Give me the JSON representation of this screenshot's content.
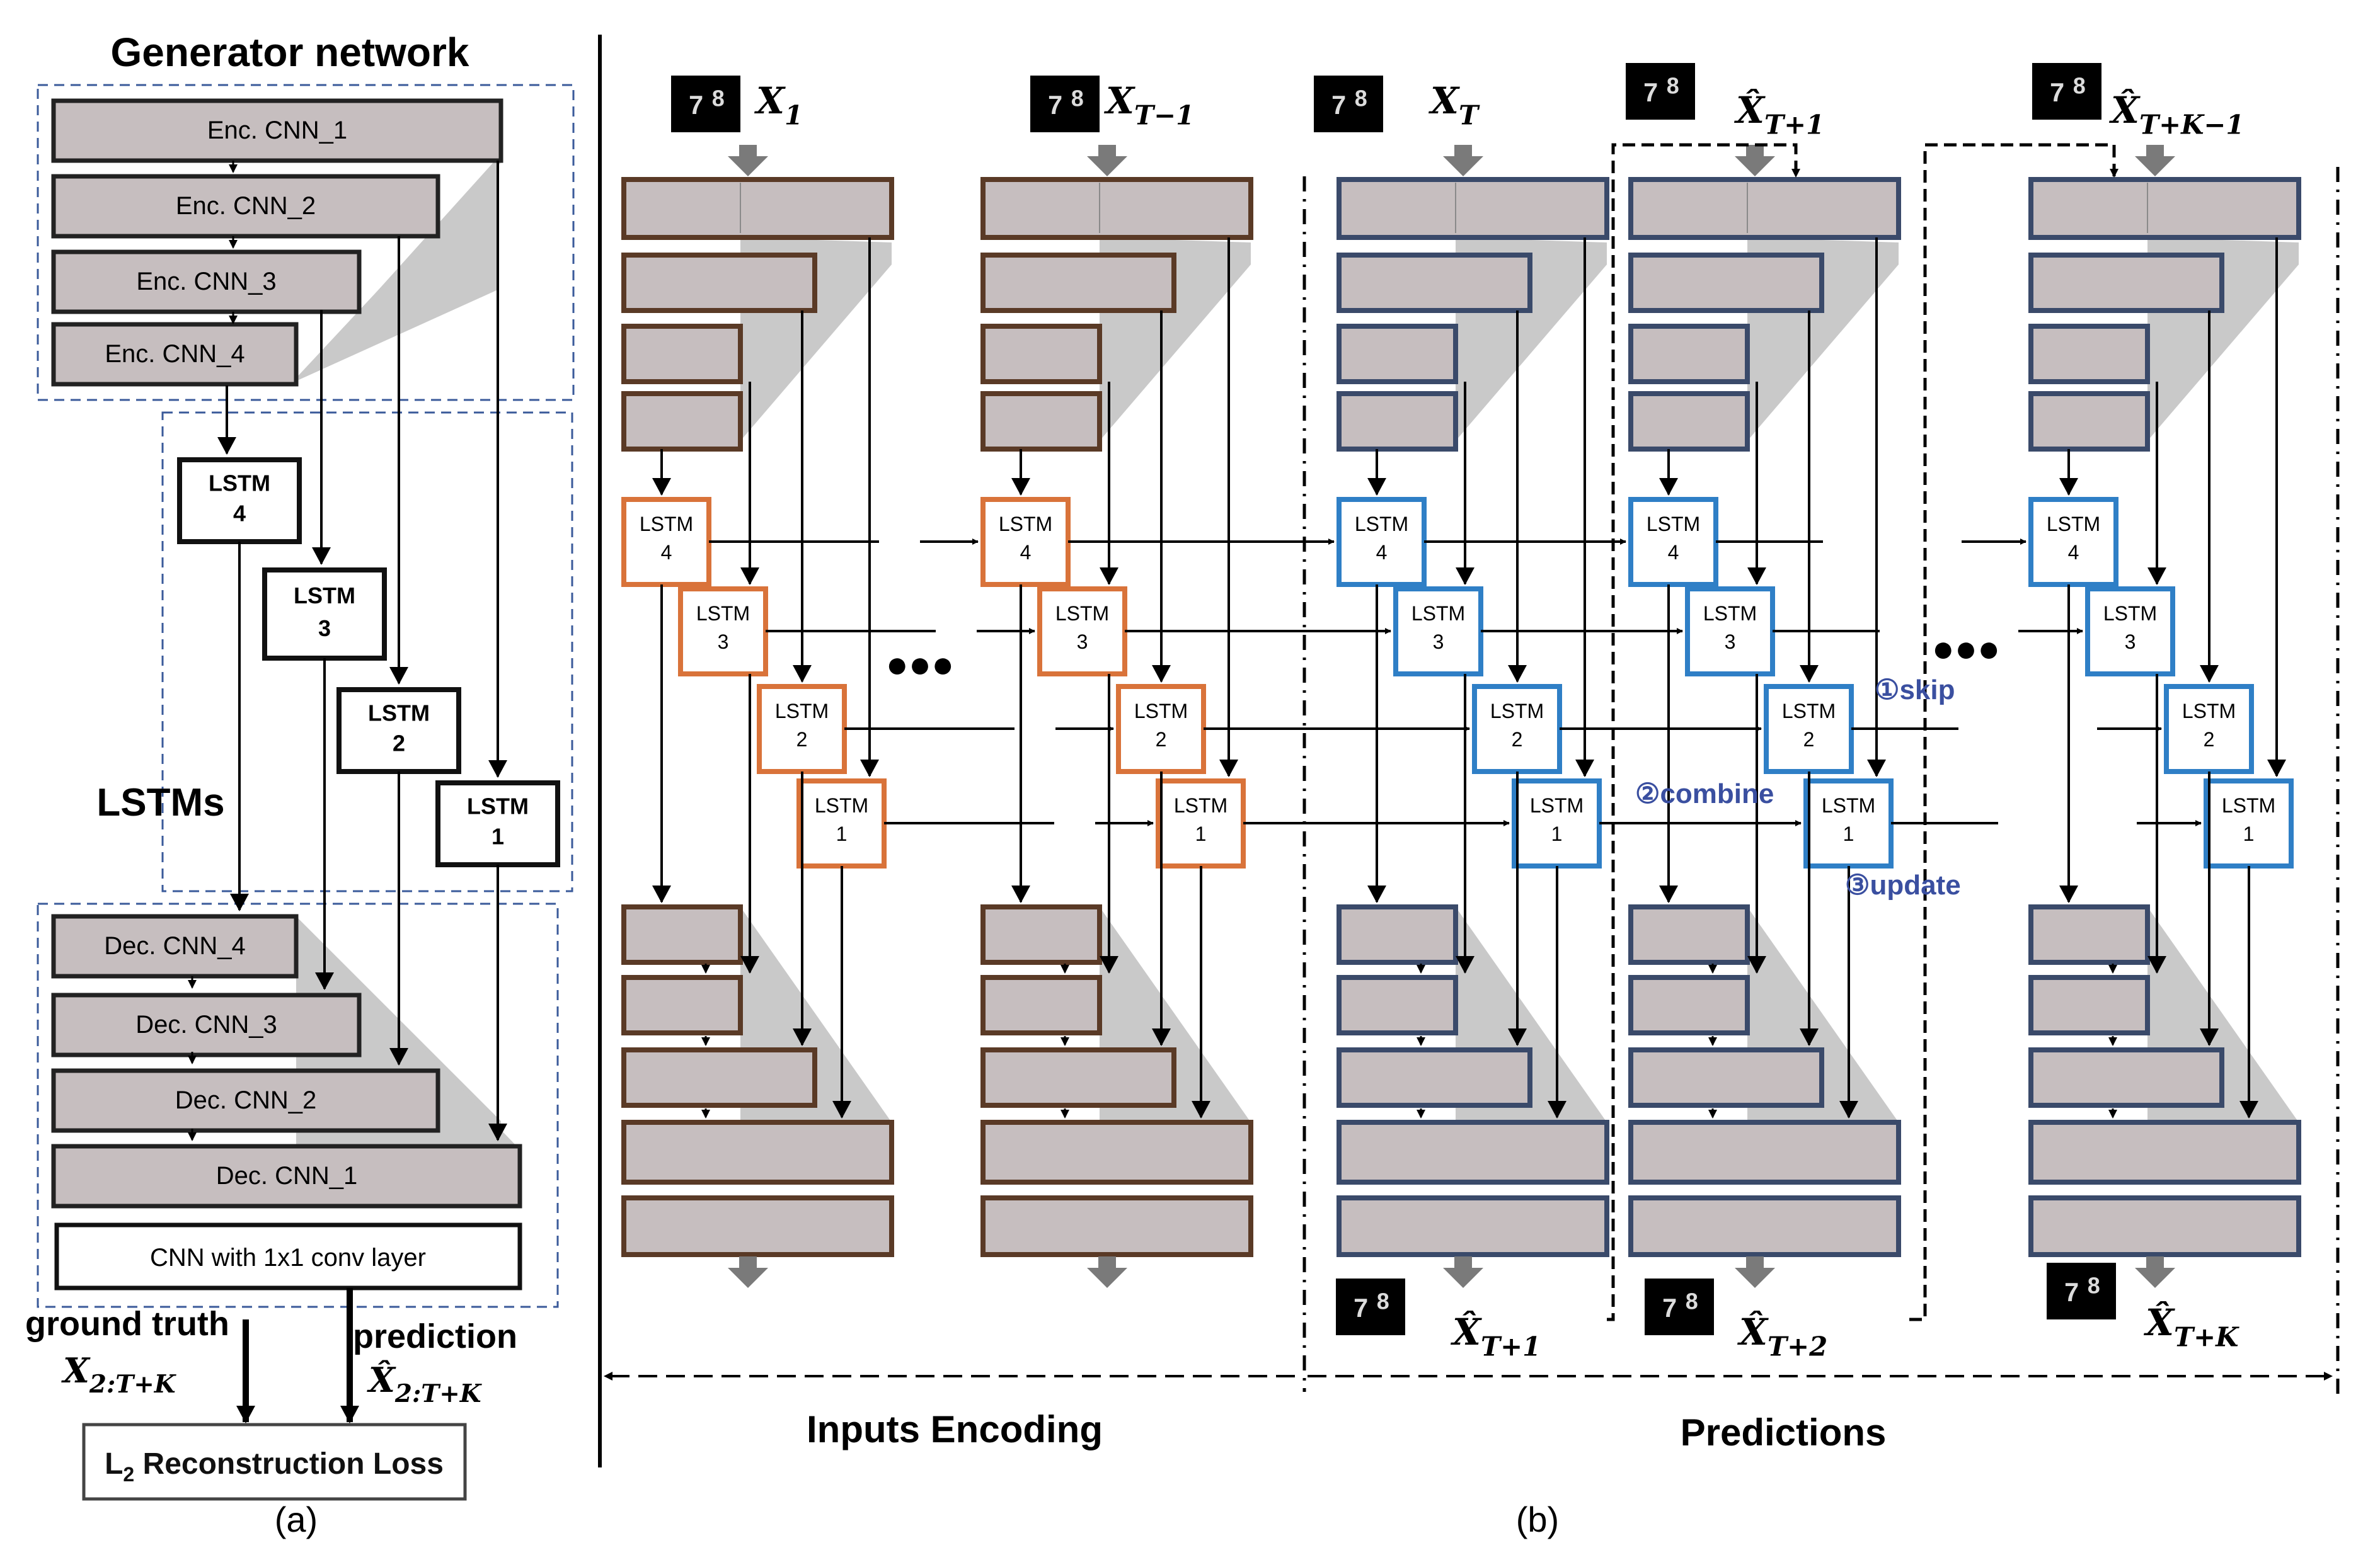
{
  "panel_a": {
    "title": "Generator network",
    "encoders": [
      "Enc. CNN_1",
      "Enc. CNN_2",
      "Enc. CNN_3",
      "Enc. CNN_4"
    ],
    "lstm_word": "LSTM",
    "lstm_ids": [
      "4",
      "3",
      "2",
      "1"
    ],
    "lstms_label": "LSTMs",
    "decoders": [
      "Dec. CNN_4",
      "Dec. CNN_3",
      "Dec. CNN_2",
      "Dec. CNN_1"
    ],
    "conv_layer": "CNN with 1x1 conv layer",
    "ground_truth": "ground truth",
    "ground_truth_var": "X",
    "ground_truth_sub": "2:T+K",
    "prediction": "prediction",
    "prediction_var": "X̂",
    "prediction_sub": "2:T+K",
    "loss_main": "L",
    "loss_sub": "2",
    "loss_rest": " Reconstruction Loss",
    "caption": "(a)"
  },
  "panel_b": {
    "inputs": [
      {
        "var": "X",
        "sub": "1"
      },
      {
        "var": "X",
        "sub": "T−1"
      },
      {
        "var": "X",
        "sub": "T"
      },
      {
        "var": "X̂",
        "sub": "T+1"
      },
      {
        "var": "X̂",
        "sub": "T+K−1"
      }
    ],
    "outputs": [
      {
        "var": "X̂",
        "sub": "T+1"
      },
      {
        "var": "X̂",
        "sub": "T+2"
      },
      {
        "var": "X̂",
        "sub": "T+K"
      }
    ],
    "ops": [
      "①skip",
      "②combine",
      "③update"
    ],
    "ellipsis": "●●●",
    "section_left": "Inputs Encoding",
    "section_right": "Predictions",
    "caption": "(b)",
    "digits": "78"
  },
  "colors": {
    "encoding_border": "#5a3a26",
    "encoding_lstm": "#d9733a",
    "prediction_border": "#3a4a6a",
    "prediction_lstm": "#2f7fc6",
    "block_fill": "#c6bebf",
    "op_text": "#3a4fa0",
    "dashed_box": "#3a5a9a"
  }
}
